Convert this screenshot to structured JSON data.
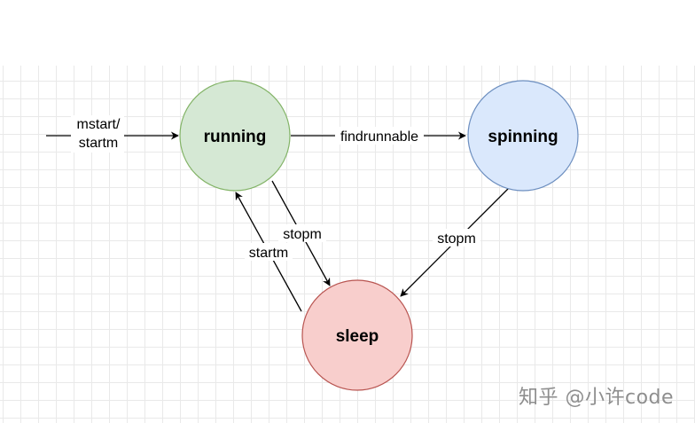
{
  "diagram": {
    "nodes": {
      "running": {
        "label": "running",
        "fill": "#d5e8d4",
        "stroke": "#82b366"
      },
      "spinning": {
        "label": "spinning",
        "fill": "#dae8fc",
        "stroke": "#6c8ebf"
      },
      "sleep": {
        "label": "sleep",
        "fill": "#f8cecc",
        "stroke": "#b85450"
      }
    },
    "edges": {
      "entry": {
        "label_line1": "mstart/",
        "label_line2": "startm"
      },
      "running_to_spinning": {
        "label": "findrunnable"
      },
      "running_to_sleep": {
        "label": "stopm"
      },
      "sleep_to_running": {
        "label": "startm"
      },
      "spinning_to_sleep": {
        "label": "stopm"
      }
    },
    "edge_color": "#000000"
  },
  "watermark": {
    "text": "知乎 @小许code"
  }
}
